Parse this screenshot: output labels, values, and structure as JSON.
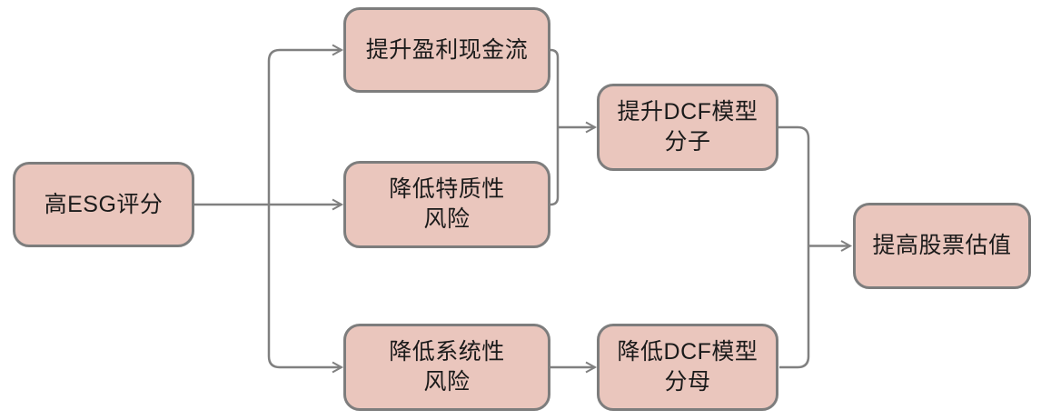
{
  "colors": {
    "node_fill": "#eac6bd",
    "node_border": "#7d7d7d",
    "connector": "#808080",
    "text": "#1a1a1a",
    "background": "#ffffff"
  },
  "nodes": {
    "source": {
      "label": "高ESG评分"
    },
    "cashflow": {
      "label": "提升盈利现金流"
    },
    "idiosyncratic": {
      "label": "降低特质性\n风险"
    },
    "systematic": {
      "label": "降低系统性\n风险"
    },
    "dcf_numerator": {
      "label": "提升DCF模型\n分子"
    },
    "dcf_denominator": {
      "label": "降低DCF模型\n分母"
    },
    "valuation": {
      "label": "提高股票估值"
    }
  },
  "edges": [
    {
      "from": "高ESG评分",
      "to": "提升盈利现金流"
    },
    {
      "from": "高ESG评分",
      "to": "降低特质性风险"
    },
    {
      "from": "高ESG评分",
      "to": "降低系统性风险"
    },
    {
      "from": "提升盈利现金流",
      "to": "提升DCF模型分子"
    },
    {
      "from": "降低特质性风险",
      "to": "提升DCF模型分子"
    },
    {
      "from": "降低系统性风险",
      "to": "降低DCF模型分母"
    },
    {
      "from": "提升DCF模型分子",
      "to": "提高股票估值"
    },
    {
      "from": "降低DCF模型分母",
      "to": "提高股票估值"
    }
  ]
}
